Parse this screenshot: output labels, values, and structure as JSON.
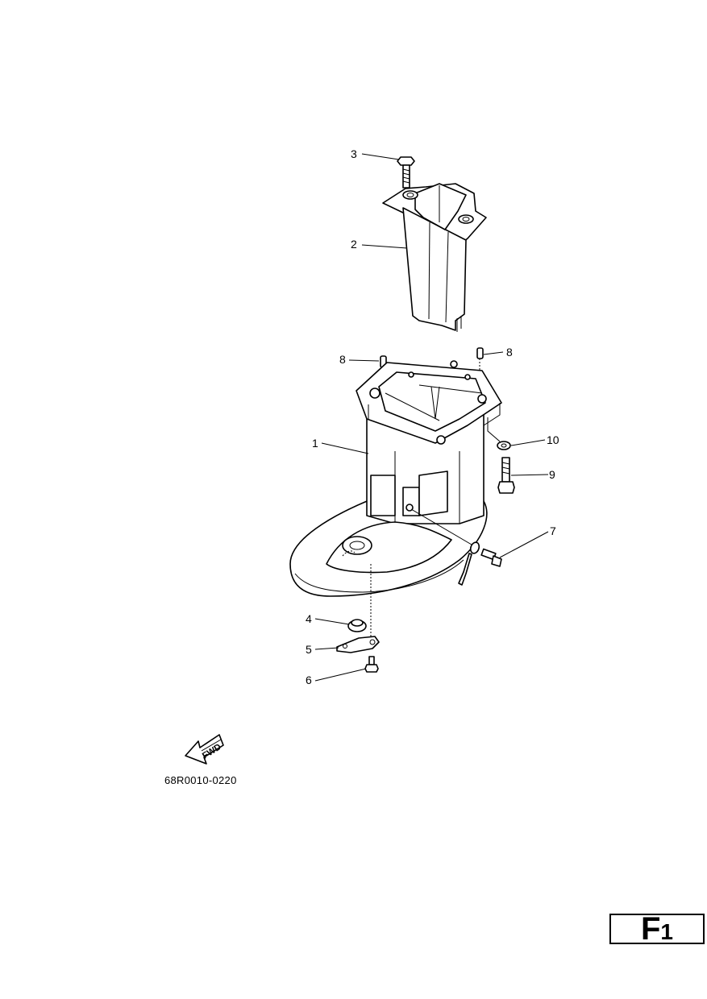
{
  "diagram_code": "68R0010-0220",
  "fwd_label": "FWD",
  "page_tag": {
    "letter": "F",
    "number": "1"
  },
  "callouts": {
    "c1": "1",
    "c2": "2",
    "c3": "3",
    "c4": "4",
    "c5": "5",
    "c6": "6",
    "c7": "7",
    "c8a": "8",
    "c8b": "8",
    "c9": "9",
    "c10": "10"
  }
}
